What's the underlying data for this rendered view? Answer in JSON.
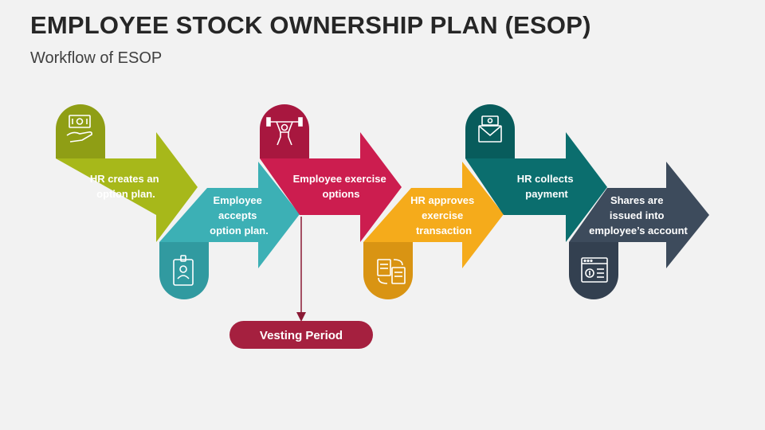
{
  "header": {
    "title": "EMPLOYEE STOCK OWNERSHIP PLAN (ESOP)",
    "subtitle": "Workflow of ESOP"
  },
  "steps": [
    {
      "lines": [
        "HR creates an",
        "option plan."
      ],
      "color": "#a7b81a",
      "icon": "cash-in-hand-icon"
    },
    {
      "lines": [
        "Employee",
        "accepts",
        "option plan."
      ],
      "color": "#3cb0b5",
      "icon": "id-badge-icon"
    },
    {
      "lines": [
        "Employee exercise",
        "options"
      ],
      "color": "#cc1d4f",
      "icon": "weightlifter-icon"
    },
    {
      "lines": [
        "HR approves",
        "exercise",
        "transaction"
      ],
      "color": "#f5ab1b",
      "icon": "document-transfer-icon"
    },
    {
      "lines": [
        "HR collects",
        "payment"
      ],
      "color": "#0b6e6e",
      "icon": "money-envelope-icon"
    },
    {
      "lines": [
        "Shares are",
        "issued into",
        "employee’s account"
      ],
      "color": "#3d4b5c",
      "icon": "web-account-icon"
    }
  ],
  "vesting": {
    "label": "Vesting Period",
    "color": "#a5203f"
  }
}
